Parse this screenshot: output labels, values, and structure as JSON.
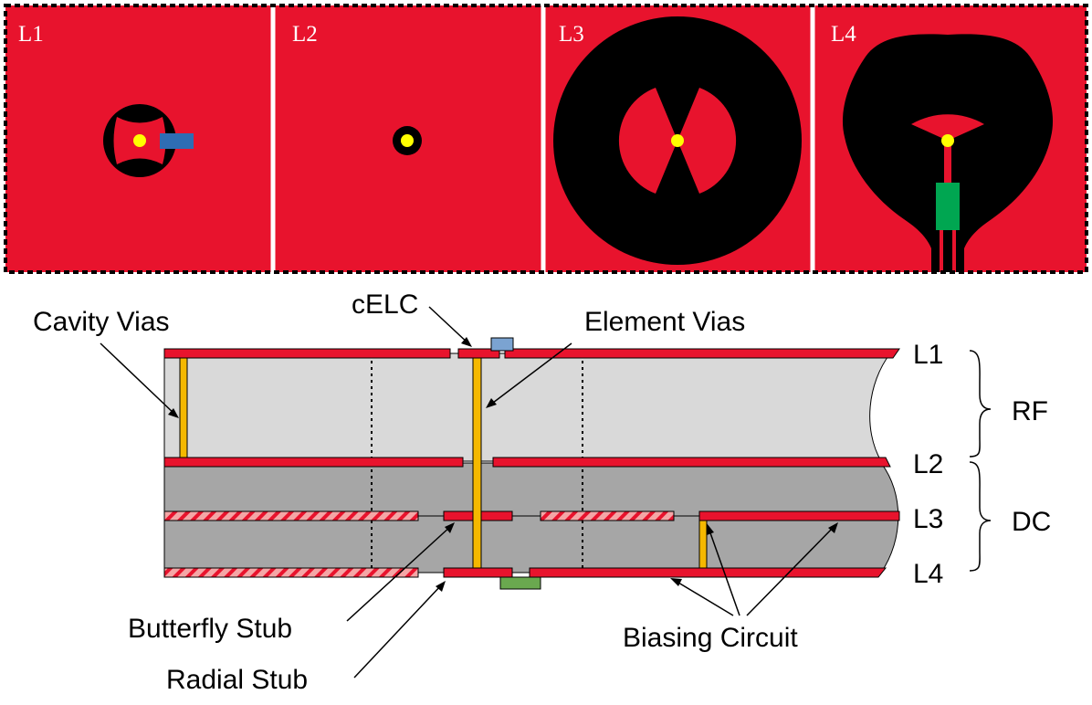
{
  "panels": [
    {
      "label": "L1"
    },
    {
      "label": "L2"
    },
    {
      "label": "L3"
    },
    {
      "label": "L4"
    }
  ],
  "cross_section": {
    "layer_labels": [
      "L1",
      "L2",
      "L3",
      "L4"
    ],
    "group_labels": {
      "rf": "RF",
      "dc": "DC"
    },
    "callouts": {
      "cavity_vias": "Cavity Vias",
      "celc": "cELC",
      "element_vias": "Element Vias",
      "butterfly_stub": "Butterfly Stub",
      "radial_stub": "Radial Stub",
      "biasing_circuit": "Biasing Circuit"
    }
  },
  "colors": {
    "copper": "#e8132d",
    "substrate_rf": "#d9d9d9",
    "substrate_dc": "#a6a6a6",
    "via": "#f5b800",
    "void": "#000000",
    "celc_component": "#7ba3d1",
    "bias_component": "#6aa84f",
    "feed_dot": "#ffff00",
    "stub_blue": "#2e6db4",
    "stub_green": "#00a651"
  }
}
